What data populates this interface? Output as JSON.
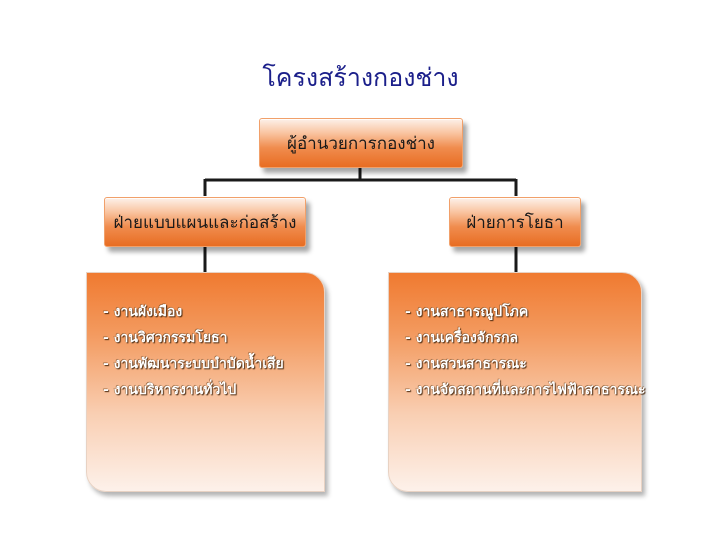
{
  "title": "โครงสร้างกองช่าง",
  "root": {
    "label": "ผู้อำนวยการกองช่าง"
  },
  "divisions": [
    {
      "label": "ฝ่ายแบบแผนและก่อสร้าง",
      "items": [
        "- งานผังเมือง",
        "- งานวิศวกรรมโยธา",
        "- งานพัฒนาระบบบำบัดน้ำเสีย",
        "- งานบริหารงานทั่วไป"
      ]
    },
    {
      "label": "ฝ่ายการโยธา",
      "items": [
        "- งานสาธารณูปโภค",
        "- งานเครื่องจักรกล",
        "- งานสวนสาธารณะ",
        "- งานจัดสถานที่และการไฟฟ้าสาธารณะ"
      ]
    }
  ],
  "colors": {
    "title": "#1b1f8a",
    "box_dark": "#e86d22",
    "box_light": "#fdf1ea"
  }
}
